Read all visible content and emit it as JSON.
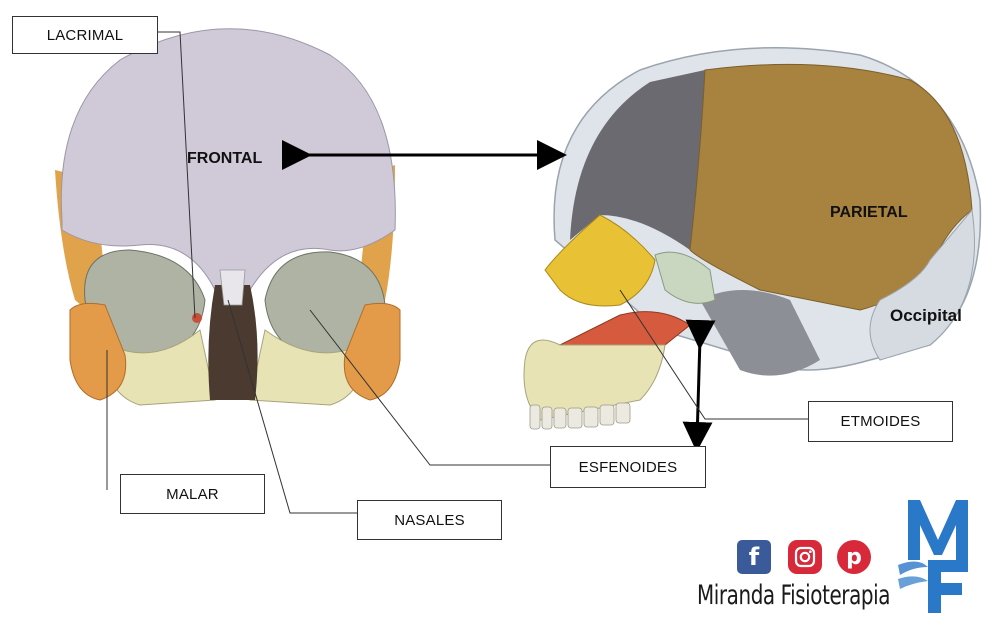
{
  "labels": {
    "lacrimal": "LACRIMAL",
    "frontal": "FRONTAL",
    "parietal": "PARIETAL",
    "occipital": "Occipital",
    "malar": "MALAR",
    "nasales": "NASALES",
    "esfenoides": "ESFENOIDES",
    "etmoides": "ETMOIDES"
  },
  "brand": {
    "name": "Miranda Fisioterapia",
    "logo_letters": "MF",
    "icons": [
      "facebook-icon",
      "instagram-icon",
      "pinterest-icon"
    ]
  },
  "colors": {
    "frontal": "#cfc9d8",
    "parietal": "#a8823f",
    "malar": "#e39b4a",
    "sphenoid": "#e8c135",
    "ethmoid_red": "#d65a3e",
    "maxilla": "#e7e3b4",
    "brand_blue": "#2a78c8",
    "facebook": "#3b5a99",
    "instagram": "#d8293a",
    "pinterest": "#d8293a"
  }
}
